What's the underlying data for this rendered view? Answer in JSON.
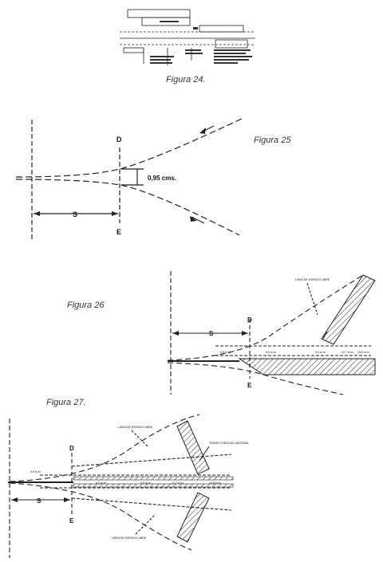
{
  "captions": {
    "fig24": "Figura 24.",
    "fig25": "Figura 25",
    "fig26": "Figura 26",
    "fig27": "Figura 27."
  },
  "fig25": {
    "label_D": "D",
    "label_E": "E",
    "label_S": "S",
    "dimension": "0,95 cms."
  },
  "fig26": {
    "label_D": "D",
    "label_E": "E",
    "label_S": "S",
    "note": "LINEA DE ESPACIO LIBRE",
    "dims": [
      "9,5 m.m.",
      "6,3 m.m.",
      "9,5 m.m.",
      "12,7 m.m.",
      "15,8 m.m."
    ]
  },
  "fig27": {
    "label_D": "D",
    "label_E": "E",
    "label_S": "S",
    "note_top": "LINEA DE ESPACIO LIBRE",
    "note_bottom": "LINEA DE ESPACIO LIBRE",
    "note_traj": "TRAYECTORIA DEL MATERIAL",
    "dims": [
      "9,5 m.m.",
      "6,3 m.m.",
      "9,5 m.m.",
      "12,7 m.m.",
      "15,8 m.m."
    ]
  }
}
